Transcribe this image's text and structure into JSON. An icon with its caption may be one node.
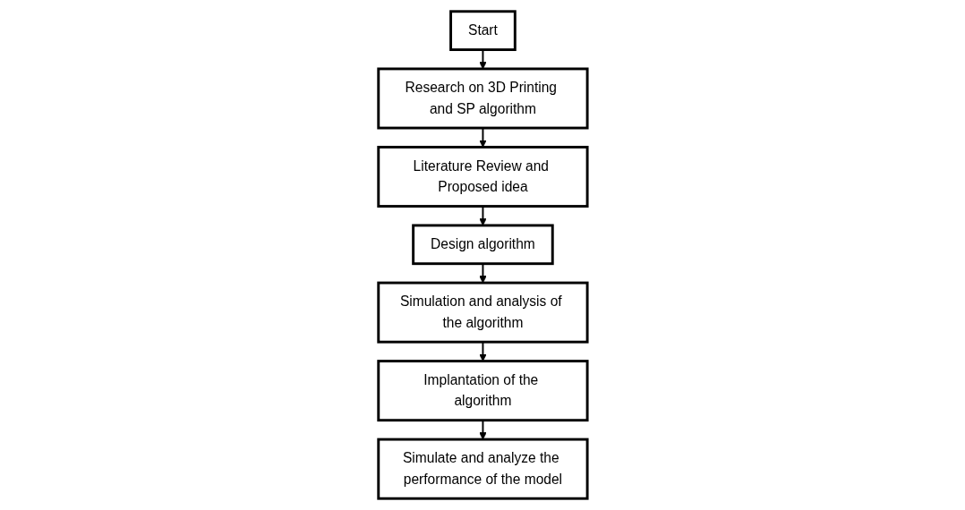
{
  "diagram": {
    "nodes": [
      {
        "text": [
          "Start"
        ]
      },
      {
        "text": [
          "Research on 3D Printing and SP algorithm"
        ]
      },
      {
        "text": [
          "Literature Review and Proposed idea"
        ]
      },
      {
        "text": [
          "Design algorithm"
        ]
      },
      {
        "text": [
          "Simulation and analysis of the algorithm"
        ]
      },
      {
        "text": [
          "Implantation of the algorithm"
        ]
      },
      {
        "text": [
          "Simulate and analyze the performance of the model"
        ]
      }
    ],
    "edges": [
      {
        "from": 0,
        "to": 1,
        "arrow": "to"
      },
      {
        "from": 1,
        "to": 2,
        "arrow": "to"
      },
      {
        "from": 2,
        "to": 3,
        "arrow": "to"
      },
      {
        "from": 3,
        "to": 4,
        "arrow": "to"
      },
      {
        "from": 4,
        "to": 5,
        "arrow": "to"
      },
      {
        "from": 5,
        "to": 6,
        "arrow": "to"
      }
    ]
  }
}
